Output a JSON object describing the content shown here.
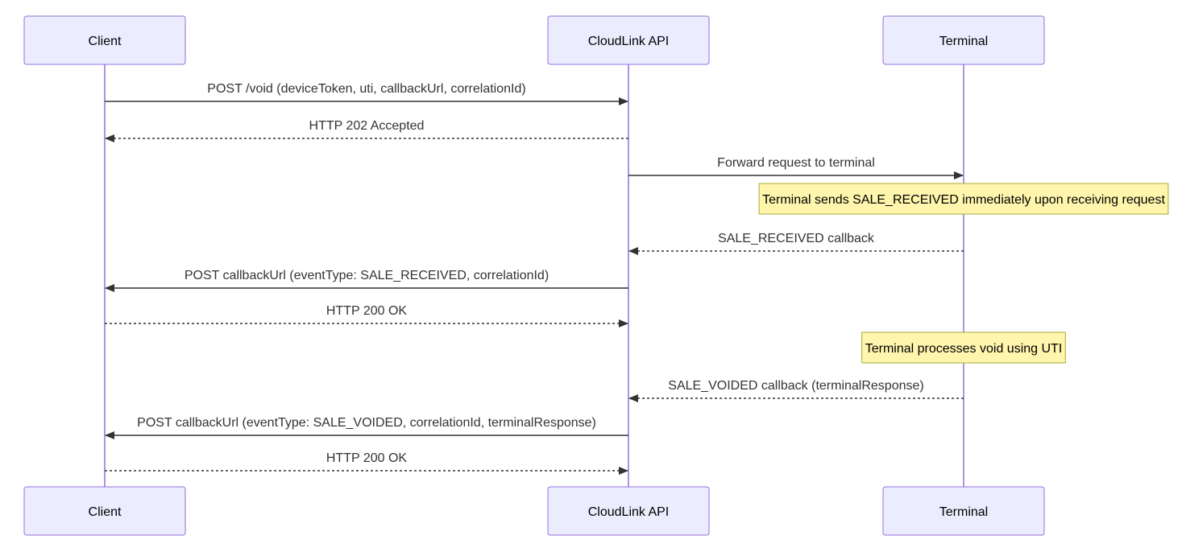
{
  "participants": [
    {
      "id": "client",
      "label": "Client"
    },
    {
      "id": "api",
      "label": "CloudLink API"
    },
    {
      "id": "terminal",
      "label": "Terminal"
    }
  ],
  "colors": {
    "actor_fill": "#ececff",
    "actor_border": "#9370db",
    "lifeline": "#9370db",
    "message": "#333333",
    "note_fill": "#fff5ad",
    "note_border": "#aaaa33"
  },
  "messages": [
    {
      "from": "client",
      "to": "api",
      "style": "solid",
      "label": "POST /void (deviceToken, uti, callbackUrl, correlationId)"
    },
    {
      "from": "api",
      "to": "client",
      "style": "dashed",
      "label": "HTTP 202 Accepted"
    },
    {
      "from": "api",
      "to": "terminal",
      "style": "solid",
      "label": "Forward request to terminal"
    },
    {
      "note": true,
      "over": "terminal",
      "label": "Terminal sends SALE_RECEIVED immediately upon receiving request"
    },
    {
      "from": "terminal",
      "to": "api",
      "style": "dashed",
      "label": "SALE_RECEIVED callback"
    },
    {
      "from": "api",
      "to": "client",
      "style": "solid",
      "label": "POST callbackUrl (eventType: SALE_RECEIVED, correlationId)"
    },
    {
      "from": "client",
      "to": "api",
      "style": "dashed",
      "label": "HTTP 200 OK"
    },
    {
      "note": true,
      "over": "terminal",
      "label": "Terminal processes void using UTI"
    },
    {
      "from": "terminal",
      "to": "api",
      "style": "dashed",
      "label": "SALE_VOIDED callback (terminalResponse)"
    },
    {
      "from": "api",
      "to": "client",
      "style": "solid",
      "label": "POST callbackUrl (eventType: SALE_VOIDED, correlationId, terminalResponse)"
    },
    {
      "from": "client",
      "to": "api",
      "style": "dashed",
      "label": "HTTP 200 OK"
    }
  ]
}
